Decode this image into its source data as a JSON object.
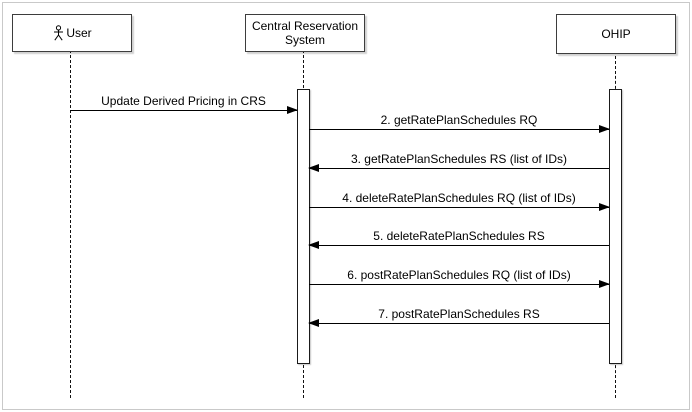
{
  "diagram": {
    "kind": "uml-sequence-diagram",
    "actors": [
      {
        "id": "user",
        "label": "User",
        "icon": "stick-figure-actor-icon"
      },
      {
        "id": "crs",
        "label": "Central Reservation System"
      },
      {
        "id": "ohip",
        "label": "OHIP"
      }
    ],
    "messages": [
      {
        "label": "Update Derived Pricing in CRS",
        "from": "User",
        "to": "Central Reservation System",
        "direction": "right"
      },
      {
        "label": "2. getRatePlanSchedules RQ",
        "from": "Central Reservation System",
        "to": "OHIP",
        "direction": "right"
      },
      {
        "label": "3. getRatePlanSchedules RS (list of IDs)",
        "from": "OHIP",
        "to": "Central Reservation System",
        "direction": "left"
      },
      {
        "label": "4. deleteRatePlanSchedules RQ (list of IDs)",
        "from": "Central Reservation System",
        "to": "OHIP",
        "direction": "right"
      },
      {
        "label": "5. deleteRatePlanSchedules RS",
        "from": "OHIP",
        "to": "Central Reservation System",
        "direction": "left"
      },
      {
        "label": "6. postRatePlanSchedules RQ (list of IDs)",
        "from": "Central Reservation System",
        "to": "OHIP",
        "direction": "right"
      },
      {
        "label": "7. postRatePlanSchedules RS",
        "from": "OHIP",
        "to": "Central Reservation System",
        "direction": "left"
      }
    ],
    "colors": {
      "line": "#000000",
      "actor_border": "#3d3d3d",
      "background": "#ffffff",
      "frame_border": "#c9c9c9"
    }
  }
}
